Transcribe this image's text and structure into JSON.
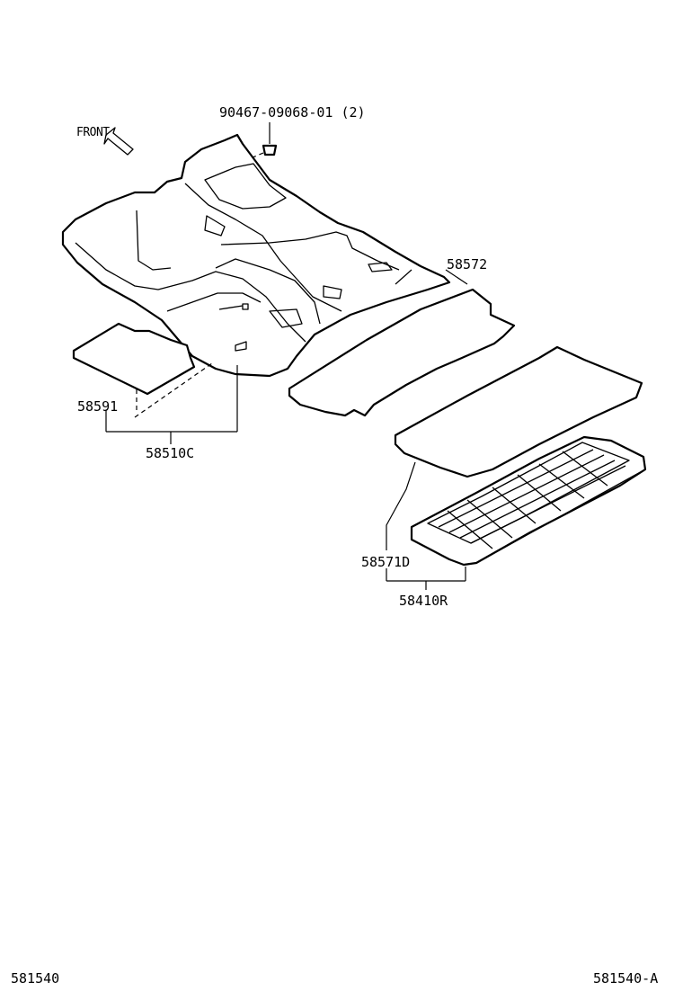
{
  "labels": {
    "front": "FRONT",
    "clip_part": "90467-09068-01 (2)",
    "mat_rear": "58572",
    "mat_small": "58591",
    "carpet_assy": "58510C",
    "deck_board": "58571D",
    "deck_assy": "58410R",
    "figure_id_left": "581540",
    "figure_id_right": "581540-A"
  }
}
